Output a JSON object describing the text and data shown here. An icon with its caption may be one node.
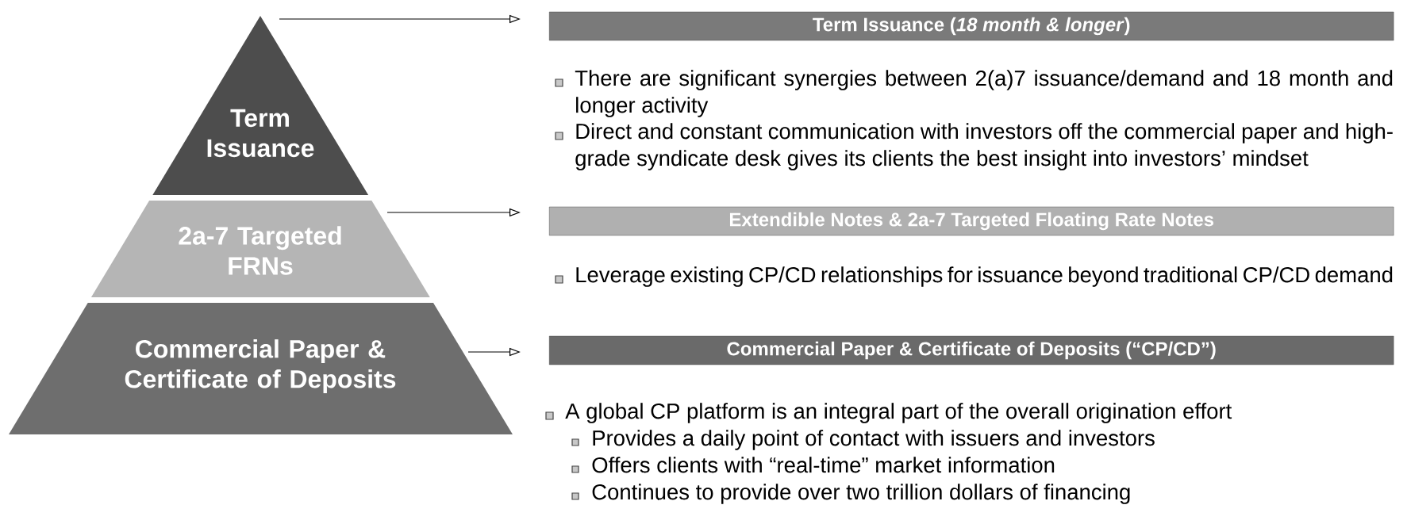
{
  "diagram": {
    "nodes": [
      {
        "text": [
          "Term Issuance"
        ]
      },
      {
        "text": [
          "2a-7 Targeted FRNs"
        ]
      },
      {
        "text": [
          "Commercial Paper & Certificate of Deposits"
        ]
      },
      {
        "text": [
          "Term Issuance (*18 month & longer*)"
        ]
      },
      {
        "text": [
          "Extendible Notes & 2a-7 Targeted Floating Rate Notes"
        ]
      },
      {
        "text": [
          "Commercial Paper & Certificate of Deposits (“CP/CD”)"
        ]
      }
    ],
    "edges": [
      {
        "from": 0,
        "to": 3,
        "arrow": "to"
      },
      {
        "from": 1,
        "to": 4,
        "arrow": "to"
      },
      {
        "from": 2,
        "to": 5,
        "arrow": "to"
      }
    ],
    "labels": [
      "There are significant synergies between 2(a)7 issuance/demand and 18 month and longer activity",
      "Direct and constant communication with investors off the commercial paper and high-grade syndicate desk gives its clients the best insight into investors’ mindset",
      "Leverage existing CP/CD relationships for issuance beyond traditional CP/CD demand",
      "A global CP platform is an integral part of the overall origination effort",
      "Provides a daily point of contact with issuers and investors",
      "Offers clients with “real-time” market information",
      "Continues to provide over two trillion dollars of financing"
    ]
  }
}
